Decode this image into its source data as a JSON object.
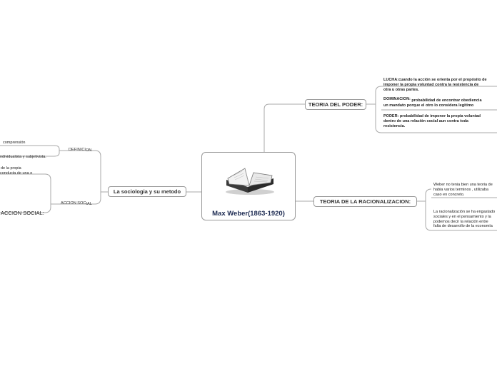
{
  "central": {
    "title": "Max Weber(1863-1920)",
    "image": "open-book-icon"
  },
  "right": {
    "poder": {
      "label": "TEORIA DEL PODER:",
      "lucha_term": "LUCHA",
      "lucha_text": ":cuando la acción se orienta por el propósito de",
      "lucha_line2": "imponer la propia voluntad contra la resistencia de",
      "lucha_line3": "otra u otras partes.",
      "dominacion_term": "DOMINACION:",
      "dominacion_text": " probabilidad de encontrar obediencia",
      "dominacion_line2": "un mandato porque el otro lo considera legitimo",
      "poder_term": "PODER",
      "poder_text": ": probabilidad de imponer la propia voluntad",
      "poder_line2": "dentro de una relación social aun contra toda",
      "poder_line3": "resistencia."
    },
    "racionalizacion": {
      "label": "TEORIA DE LA RACIONALIZACION:",
      "item1_line1": "Weber no tenia bien una teoria de",
      "item1_line2": "habia varios terminos , utilizaba",
      "item1_line3": "caso en concreto.",
      "item2_line1": "La racionalización se ha engastado",
      "item2_line2": "sociales y en el pensamiento y la",
      "item2_line3": "podemos decir la relación entre",
      "item2_line4": "falta de desarrollo de la economía"
    }
  },
  "left": {
    "sociologia": {
      "label": "La sociologia y su metodo"
    },
    "definicion": {
      "label_a": "DEFINICI",
      "label_b": "ON",
      "item1": "comprensión",
      "item2": "ndividualista y subjetivista."
    },
    "accion": {
      "label_a": "ACCION SOC",
      "label_b": "IAL",
      "item1_line1": "de la propia",
      "item1_line2": "conducta de una o",
      "item2": "ACCION SOCIAL:"
    }
  },
  "colors": {
    "line": "#a8a8a8",
    "title": "#1d2b52",
    "border": "#9a9a9a"
  }
}
